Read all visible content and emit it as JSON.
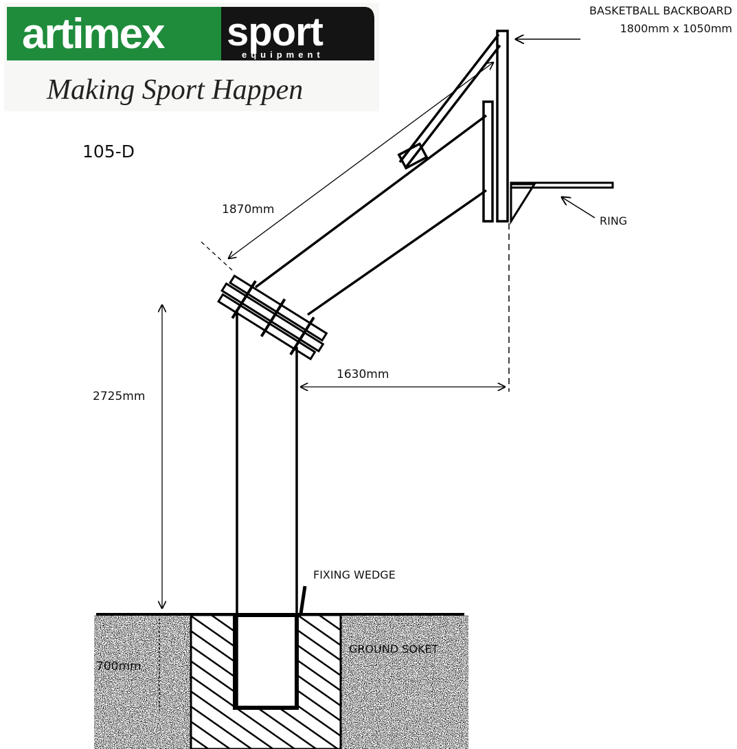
{
  "logo": {
    "brand_left": "artimex",
    "brand_right": "sport",
    "brand_sub": "equipment",
    "tagline": "Making Sport Happen",
    "colors": {
      "green": "#1e8a3a",
      "black": "#111111",
      "white": "#ffffff"
    }
  },
  "diagram": {
    "model": "105-D",
    "labels": {
      "backboard": "BASKETBALL BACKBOARD",
      "backboard_size": "1800mm x 1050mm",
      "ring": "RING",
      "arm_length": "1870mm",
      "reach": "1630mm",
      "height": "2725mm",
      "fixing_wedge": "FIXING WEDGE",
      "ground_socket": "GROUND SOKET",
      "depth": "700mm"
    }
  }
}
